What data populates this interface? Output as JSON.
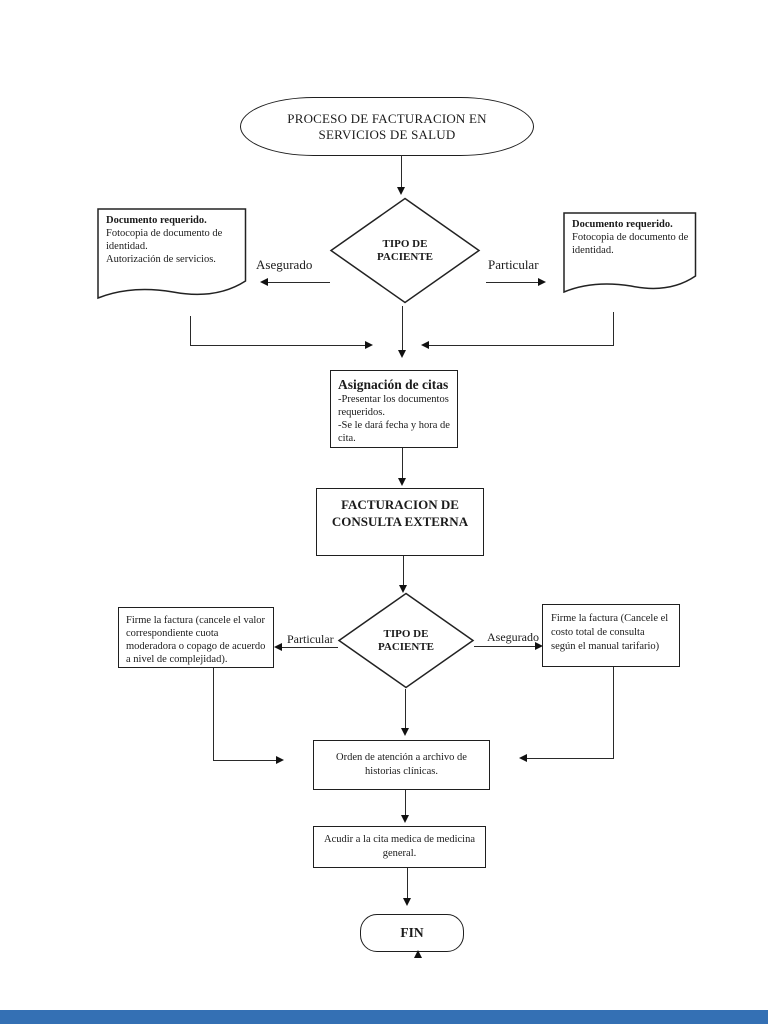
{
  "meta": {
    "footer_bar_color": "#3470B4",
    "ink_color": "#1b1b1b"
  },
  "nodes": {
    "start": "PROCESO DE FACTURACION EN SERVICIOS DE SALUD",
    "decision1": "TIPO DE PACIENTE",
    "doc_left": {
      "title": "Documento requerido.",
      "line1": "Fotocopia de documento de identidad.",
      "line2": "Autorización de servicios."
    },
    "doc_right": {
      "title": "Documento requerido.",
      "line1": "Fotocopia de documento de identidad."
    },
    "citas": {
      "title": "Asignación de citas",
      "line1": "-Presentar los documentos requeridos.",
      "line2": "-Se le dará fecha y hora de cita."
    },
    "facturacion": "FACTURACION DE CONSULTA EXTERNA",
    "decision2": "TIPO DE PACIENTE",
    "firma_left": "Firme la factura (cancele el valor correspondiente cuota moderadora o copago de acuerdo a nivel de complejidad).",
    "firma_right": "Firme la factura (Cancele el costo total de consulta según el manual tarifario)",
    "orden": "Orden de atención a archivo de historias clínicas.",
    "acudir": "Acudir a la cita medica de medicina general.",
    "end": "FIN"
  },
  "branches": {
    "d1_left": "Asegurado",
    "d1_right": "Particular",
    "d2_left": "Particular",
    "d2_right": "Asegurado"
  }
}
